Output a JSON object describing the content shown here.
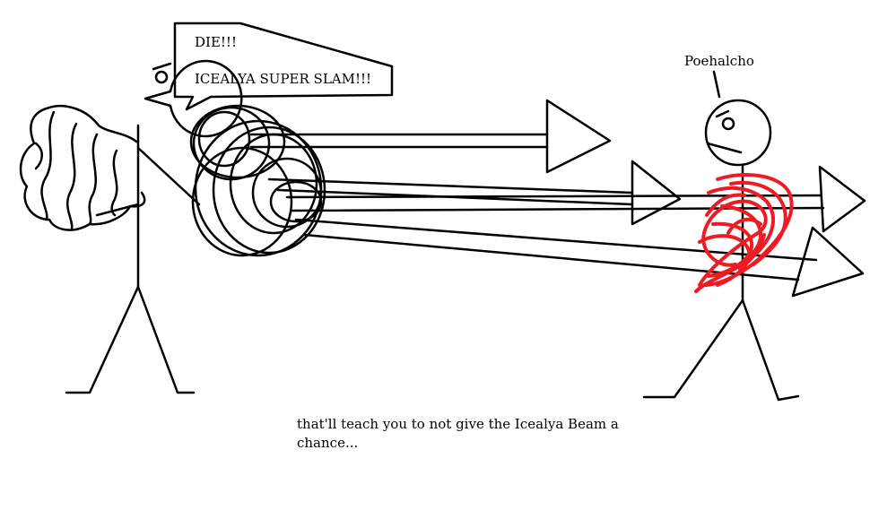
{
  "speech": {
    "line1": "DIE!!!",
    "line2": "ICEALYA SUPER SLAM!!!"
  },
  "victim": {
    "name": "Poehalcho"
  },
  "caption": {
    "line1": "that'll teach you to not give the Icealya Beam a",
    "line2": "chance..."
  },
  "colors": {
    "ink": "#000000",
    "blood": "#ed1c24",
    "background": "#ffffff"
  }
}
